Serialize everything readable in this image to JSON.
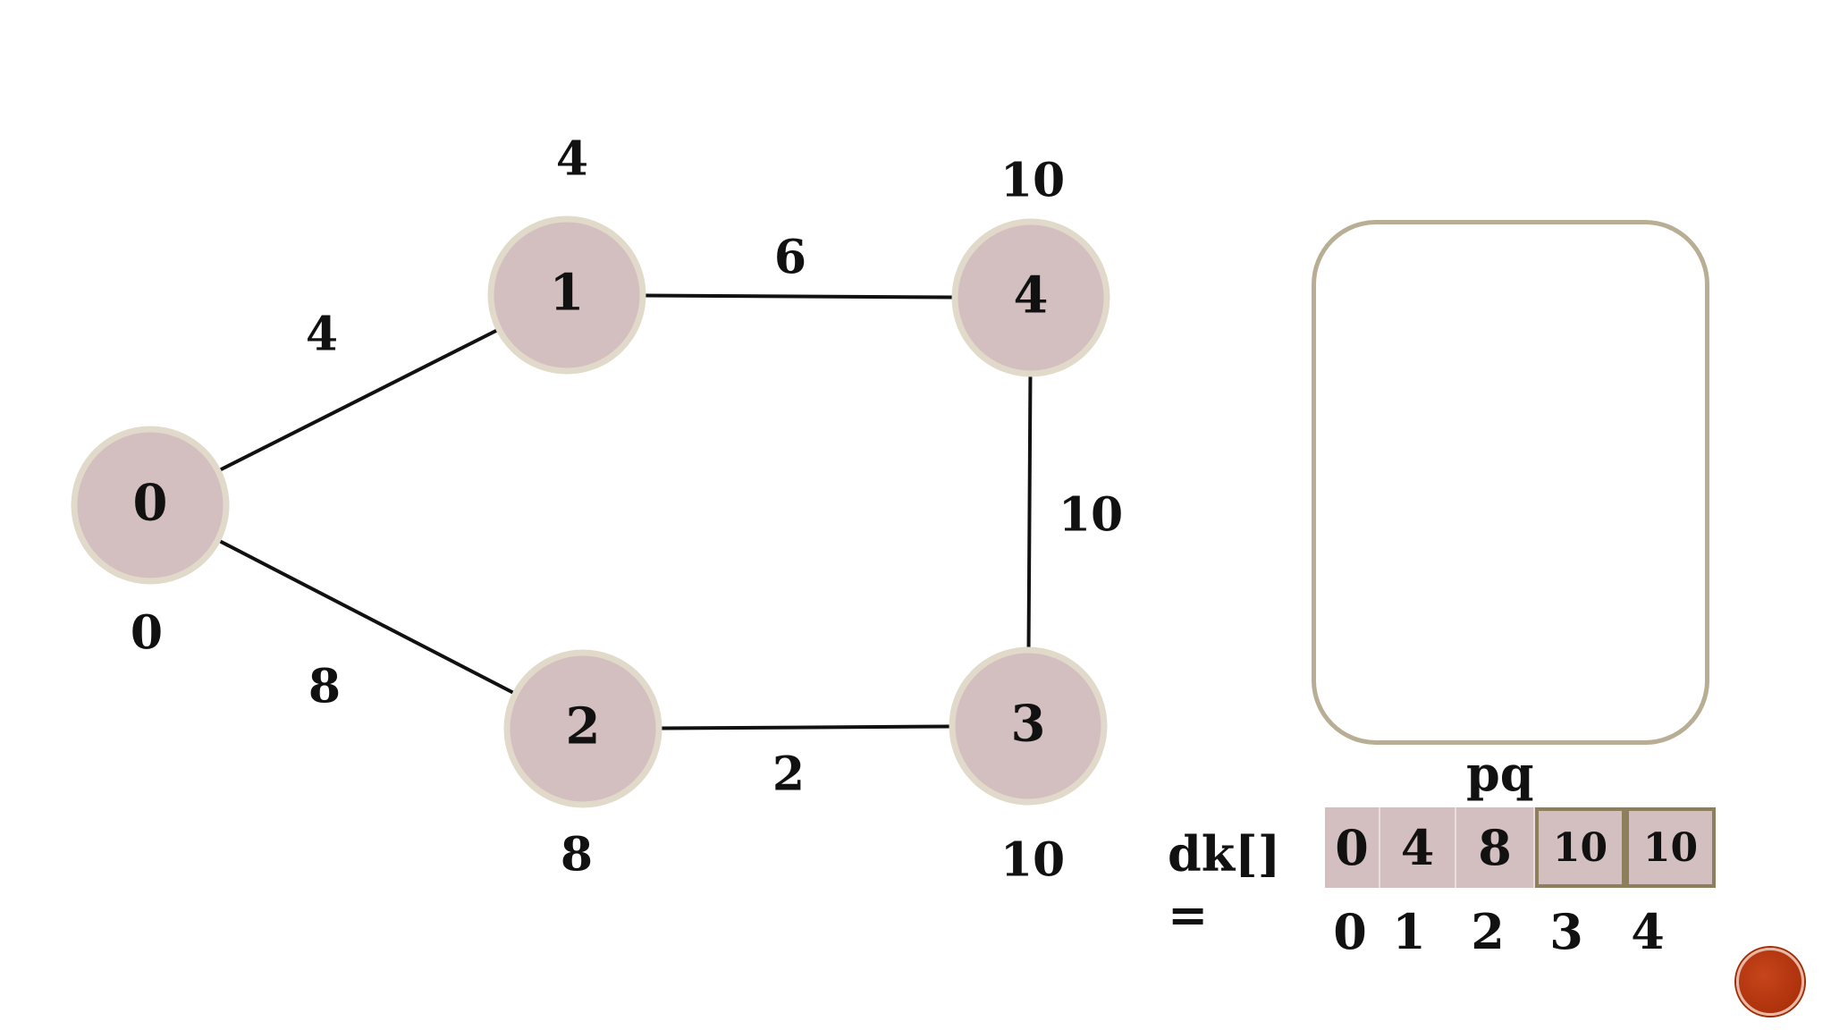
{
  "graph": {
    "nodes": [
      {
        "id": "0",
        "label": "0",
        "dist": "0"
      },
      {
        "id": "1",
        "label": "1",
        "dist": "4"
      },
      {
        "id": "2",
        "label": "2",
        "dist": "8"
      },
      {
        "id": "3",
        "label": "3",
        "dist": "10"
      },
      {
        "id": "4",
        "label": "4",
        "dist": "10"
      }
    ],
    "edges": [
      {
        "from": "0",
        "to": "1",
        "weight": "4"
      },
      {
        "from": "0",
        "to": "2",
        "weight": "8"
      },
      {
        "from": "1",
        "to": "4",
        "weight": "6"
      },
      {
        "from": "2",
        "to": "3",
        "weight": "2"
      },
      {
        "from": "4",
        "to": "3",
        "weight": "10"
      }
    ],
    "colors": {
      "node_fill": "#d3bfbf",
      "node_ring": "#e1d9c9",
      "edge": "#111111"
    }
  },
  "pq": {
    "label": "pq"
  },
  "dk": {
    "label": "dk[]\n=",
    "cells": [
      "0",
      "4",
      "8",
      "10",
      "10"
    ],
    "indices": [
      "0",
      "1",
      "2",
      "3",
      "4"
    ],
    "highlighted": [
      3,
      4
    ],
    "colors": {
      "cell_fill": "#d3bfbf",
      "highlight_border": "#8d7f5b"
    }
  }
}
